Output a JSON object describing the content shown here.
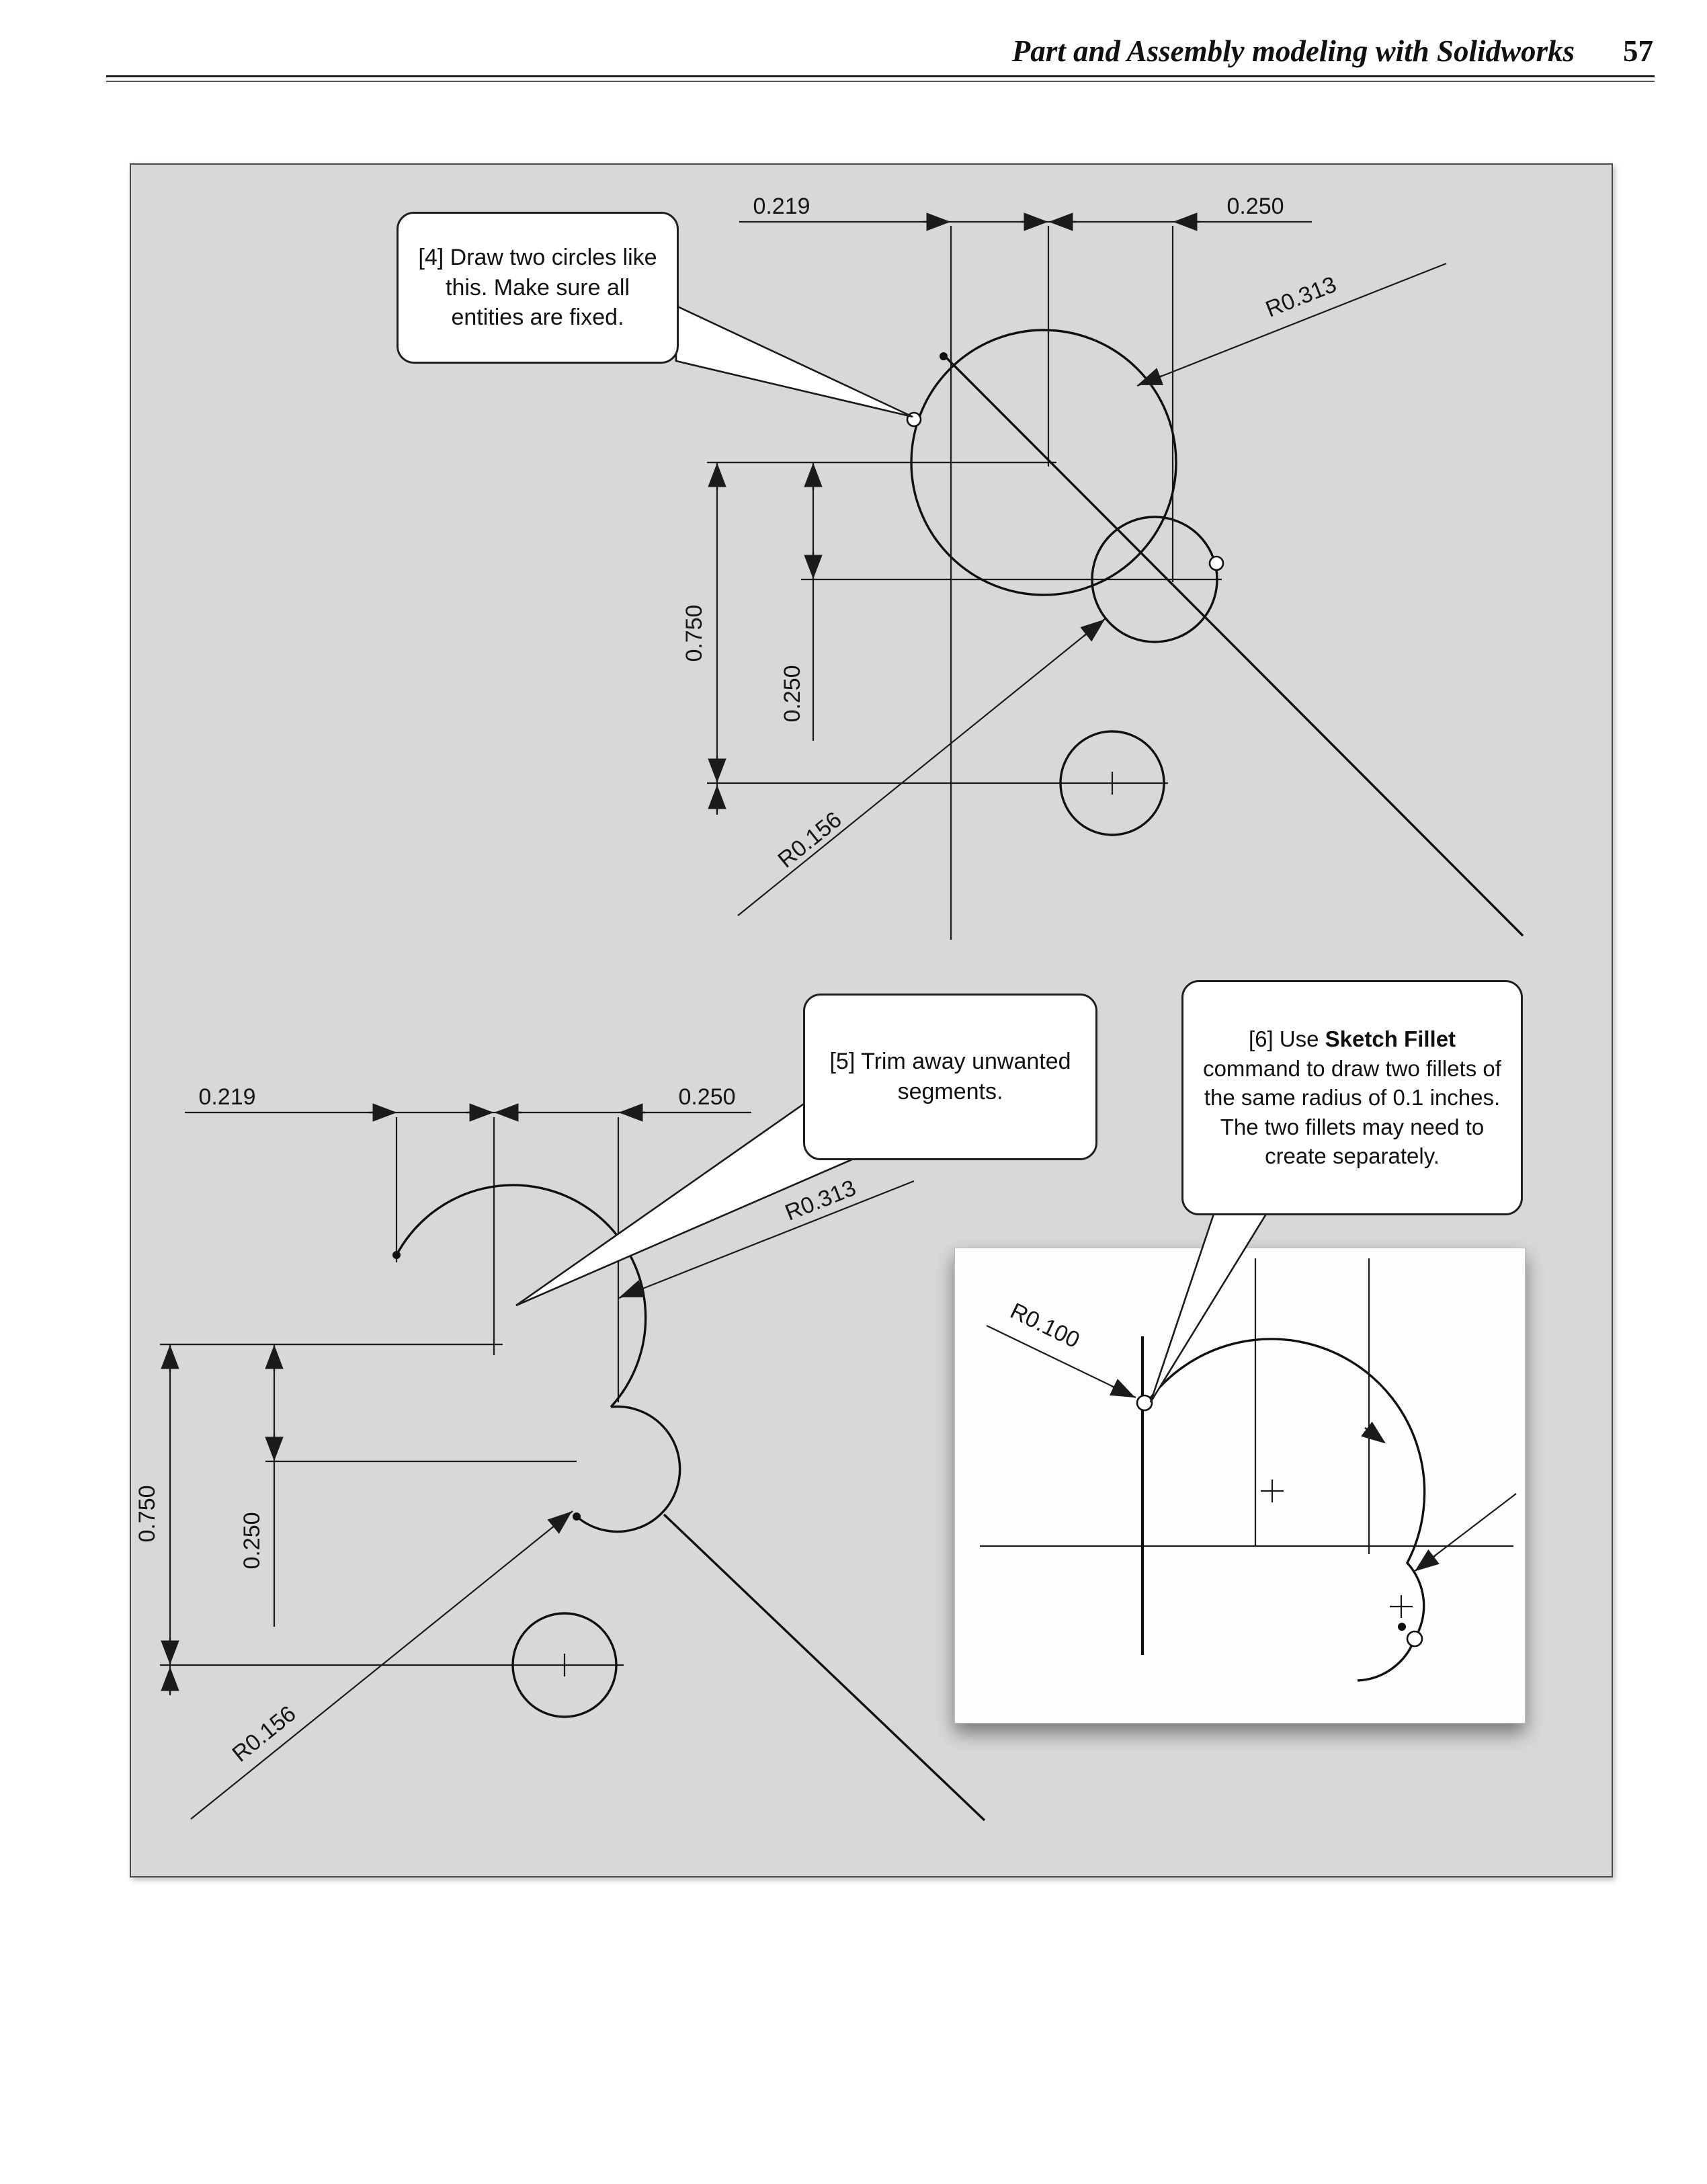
{
  "header": {
    "title": "Part and Assembly modeling with Solidworks",
    "page_number": "57"
  },
  "callouts": {
    "step4": "[4] Draw two circles like this.  Make sure all entities are fixed.",
    "step5": "[5] Trim away unwanted segments.",
    "step6_prefix": "[6] Use ",
    "step6_bold": "Sketch Fillet",
    "step6_rest": " command to draw two fillets of the same radius of 0.1 inches. The two fillets may need to create separately."
  },
  "top_sketch": {
    "dim_width_left": "0.219",
    "dim_width_right": "0.250",
    "radius_large": "R0.313",
    "dim_height": "0.750",
    "dim_offset": "0.250",
    "radius_small": "R0.156"
  },
  "trimmed_sketch": {
    "dim_width_left": "0.219",
    "dim_width_right": "0.250",
    "radius_large": "R0.313",
    "dim_height": "0.750",
    "dim_offset": "0.250",
    "radius_small": "R0.156"
  },
  "fillet_inset": {
    "radius_fillet": "R0.100"
  },
  "colors": {
    "panel_gray": "#d8d8d8",
    "line": "#1b1b1b"
  }
}
